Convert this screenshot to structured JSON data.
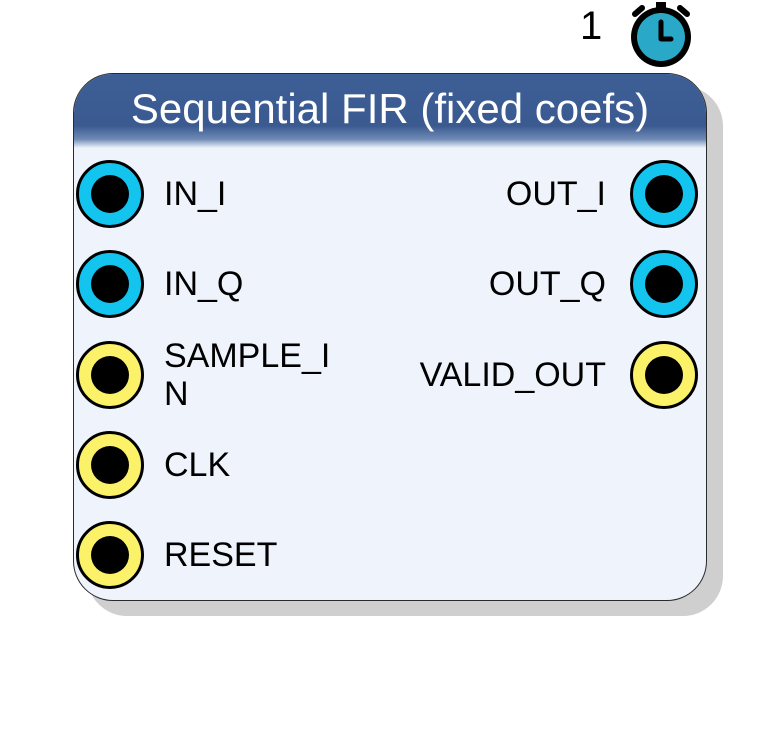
{
  "block": {
    "title": "Sequential FIR (fixed coefs)",
    "latency": "1"
  },
  "inputs": [
    {
      "label": "IN_I",
      "kind": "data"
    },
    {
      "label": "IN_Q",
      "kind": "data"
    },
    {
      "label": "SAMPLE_IN",
      "kind": "control"
    },
    {
      "label": "CLK",
      "kind": "control"
    },
    {
      "label": "RESET",
      "kind": "control"
    }
  ],
  "outputs": [
    {
      "label": "OUT_I",
      "kind": "data"
    },
    {
      "label": "OUT_Q",
      "kind": "data"
    },
    {
      "label": "VALID_OUT",
      "kind": "control"
    }
  ],
  "colors": {
    "data_port": "#12c4ee",
    "control_port": "#fbf26a",
    "header": "#3d5f96",
    "body": "#eef3fc",
    "clock": "#29a8c7"
  },
  "icons": {
    "latency": "clock-icon"
  }
}
